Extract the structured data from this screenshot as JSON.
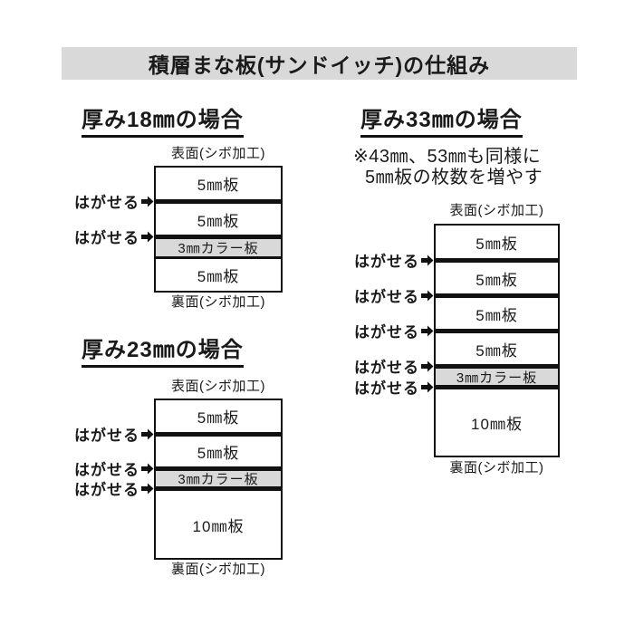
{
  "title": "積層まな板(サンドイッチ)の仕組み",
  "peel_label": "はがせる",
  "diagrams": [
    {
      "id": "18mm",
      "heading": "厚み18㎜の場合",
      "front_label": "表面(シボ加工)",
      "back_label": "裏面(シボ加工)",
      "layers": [
        "5㎜板",
        "5㎜板",
        "3㎜カラー板",
        "5㎜板"
      ],
      "peel_count": 2
    },
    {
      "id": "23mm",
      "heading": "厚み23㎜の場合",
      "front_label": "表面(シボ加工)",
      "back_label": "裏面(シボ加工)",
      "layers": [
        "5㎜板",
        "5㎜板",
        "3㎜カラー板",
        "10㎜板"
      ],
      "peel_count": 3
    },
    {
      "id": "33mm",
      "heading": "厚み33㎜の場合",
      "note_line1": "※43㎜、53㎜も同様に",
      "note_line2": "5㎜板の枚数を増やす",
      "front_label": "表面(シボ加工)",
      "back_label": "裏面(シボ加工)",
      "layers": [
        "5㎜板",
        "5㎜板",
        "5㎜板",
        "5㎜板",
        "3㎜カラー板",
        "10㎜板"
      ],
      "peel_count": 5
    }
  ],
  "colors": {
    "title_bar_bg": "#d9d9d9",
    "color_band_bg": "#d9d9d9",
    "line_black": "#111111",
    "page_bg": "#ffffff"
  }
}
